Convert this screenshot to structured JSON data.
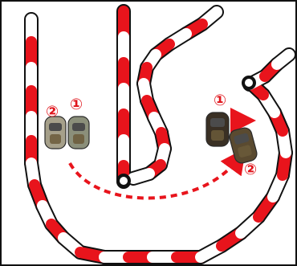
{
  "colors": {
    "curb_red": "#e8141c",
    "curb_white": "#ffffff",
    "outline": "#111111",
    "label_red": "#e0141b",
    "car_front_left": "#8b8f7a",
    "car_back_left": "#a6a08a",
    "car_front_right": "#3a3024",
    "car_back_right": "#5a4a30",
    "trajectory": "#e8141c"
  },
  "labels": {
    "left_front_marker": "①",
    "left_back_marker": "②",
    "right_front_marker": "①",
    "right_back_marker": "②"
  },
  "icons": {
    "trajectory": "dashed-curved-arrow",
    "direction": "short-arrow-right",
    "pivot_left": "ring-marker",
    "pivot_right": "ring-marker"
  }
}
